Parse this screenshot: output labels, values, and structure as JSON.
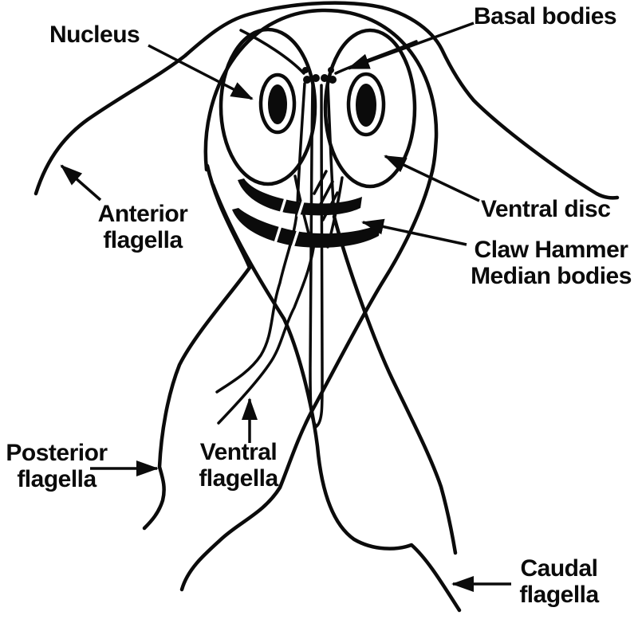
{
  "figure": {
    "colors": {
      "ink": "#0b0b0b",
      "background": "#ffffff"
    },
    "labels": {
      "nucleus": {
        "line1": "Nucleus"
      },
      "basal_bodies": {
        "line1": "Basal bodies"
      },
      "anterior_flagella": {
        "line1": "Anterior",
        "line2": "flagella"
      },
      "ventral_disc": {
        "line1": "Ventral disc"
      },
      "claw_hammer": {
        "line1": "Claw Hammer",
        "line2": "Median bodies"
      },
      "posterior_flagella": {
        "line1": "Posterior",
        "line2": "flagella"
      },
      "ventral_flagella": {
        "line1": "Ventral",
        "line2": "flagella"
      },
      "caudal_flagella": {
        "line1": "Caudal",
        "line2": "flagella"
      }
    }
  }
}
